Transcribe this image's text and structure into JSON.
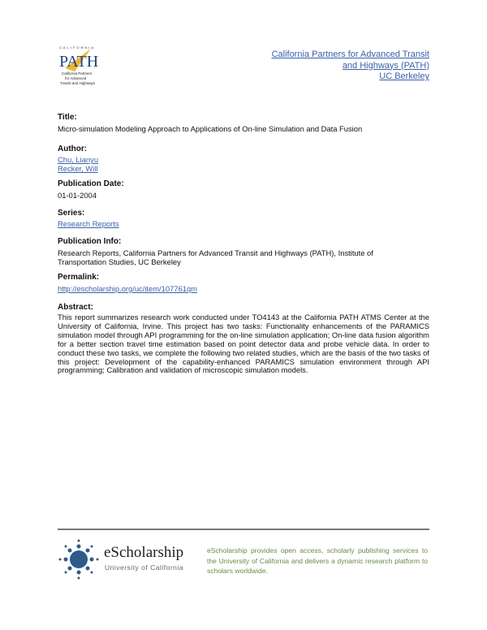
{
  "header": {
    "logo_text": "PATH",
    "logo_caption": "California Partners for Advanced Transit and Highways",
    "links": [
      "California Partners for Advanced Transit",
      "and Highways (PATH)",
      "UC Berkeley"
    ]
  },
  "fields": {
    "title_label": "Title:",
    "title": "Micro-simulation Modeling Approach to Applications of On-line Simulation and Data Fusion",
    "author_label": "Author:",
    "authors": [
      "Chu, Lianyu",
      "Recker, Will"
    ],
    "date_label": "Publication Date:",
    "date": "01-01-2004",
    "series_label": "Series:",
    "series": "Research Reports",
    "info_label": "Publication Info:",
    "info": [
      "Research Reports, California Partners for Advanced Transit and Highways (PATH), Institute of",
      "Transportation Studies, UC Berkeley"
    ],
    "permalink_label": "Permalink:",
    "permalink": "http://escholarship.org/uc/item/107761qm",
    "abstract_label": "Abstract:",
    "abstract": "This report summarizes research work conducted under TO4143 at the California PATH ATMS Center at the University of California, Irvine. This project has two tasks: Functionality enhancements of the PARAMICS simulation model through API programming for the on-line simulation application; On-line data fusion algorithm for a better section travel time estimation based on point detector data and probe vehicle data. In order to conduct these two tasks, we complete the following two related studies, which are the basis of the two tasks of this project: Development of the capability-enhanced PARAMICS simulation environment through API programming; Calibration and validation of microscopic simulation models."
  },
  "footer": {
    "brand": "eScholarship",
    "sub": "University of California",
    "text": "eScholarship provides open access, scholarly publishing services to the University of California and delivers a dynamic research platform to scholars worldwide."
  },
  "colors": {
    "link": "#3a5fa8",
    "footer_text": "#6b8a48",
    "logo_blue": "#2f5a8a"
  }
}
